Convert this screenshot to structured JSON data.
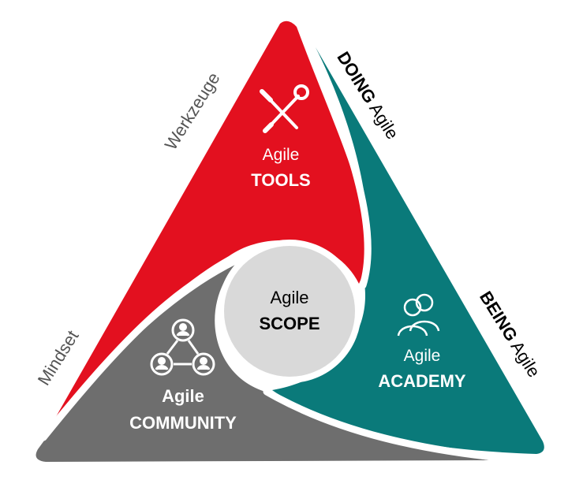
{
  "colors": {
    "tools": "#e3101f",
    "academy": "#0a7a7a",
    "community": "#6e6e6e",
    "scope_fill": "#d9d9d9",
    "scope_stroke": "#ffffff",
    "side_text": "#555555",
    "dark_text": "#000000",
    "light_text": "#ffffff"
  },
  "side_labels": {
    "werkzeuge": "Werkzeuge",
    "mindset": "Mindset",
    "doing_bold": "DOING",
    "doing_rest": " Agile",
    "being_bold": "BEING",
    "being_rest": " Agile"
  },
  "segments": {
    "tools": {
      "line1": "Agile",
      "line2": "TOOLS",
      "icon": "tools-icon"
    },
    "academy": {
      "line1": "Agile",
      "line2": "ACADEMY",
      "icon": "people-icon"
    },
    "community": {
      "line1": "Agile",
      "line2": "COMMUNITY",
      "icon": "network-icon"
    },
    "scope": {
      "line1": "Agile",
      "line2": "SCOPE"
    }
  }
}
